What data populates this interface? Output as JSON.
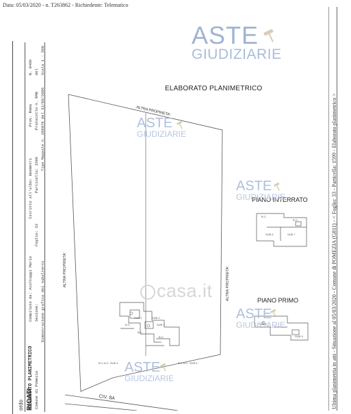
{
  "header": {
    "text": "Data: 05/03/2020 - n. T263862 - Richiedente: Telematico"
  },
  "watermark": {
    "line1": "ASTE",
    "line2": "GIUDIZIARIE"
  },
  "title": "ELABORATO PLANIMETRICO",
  "floors": {
    "interrato": "PIANO INTERRATO",
    "primo": "PIANO PRIMO"
  },
  "plan_labels": {
    "altra_proprieta": "ALTRA PROPRIETA'",
    "civ": "CIV. 8A",
    "casa": "casa.it"
  },
  "cartiglio": {
    "title": "ELABORATO PLANIMETRICO",
    "compilato": "Compilato da: Acoltaggi Mario",
    "iscritto": "Iscritto all'albo: Geometri",
    "prov": "Prov. Roma",
    "numero": "N. 0469",
    "comune": "Comune di Pomezia",
    "sezione": "Sezione:",
    "foglio": "Foglio: 33",
    "particella": "Particella: 1599",
    "protocollo": "Protocollo n. RM0",
    "del": "del",
    "dimostrazione": "Dimostrazione grafica dei subalterni",
    "tipo_mappale": "Tipo Mappale n. 208070 del 31/08/2006",
    "scala": "Scala 1 : 500",
    "bottom_left": "ordo",
    "bottom_right": "RICATI"
  },
  "side_note": "Ultima planimetria in atti - Situazione al 05/03/2020 - Comune di POMEZIA (G811) - < Foglio: 33 - Particella: 1599 - Elaborato planimetrico >"
}
